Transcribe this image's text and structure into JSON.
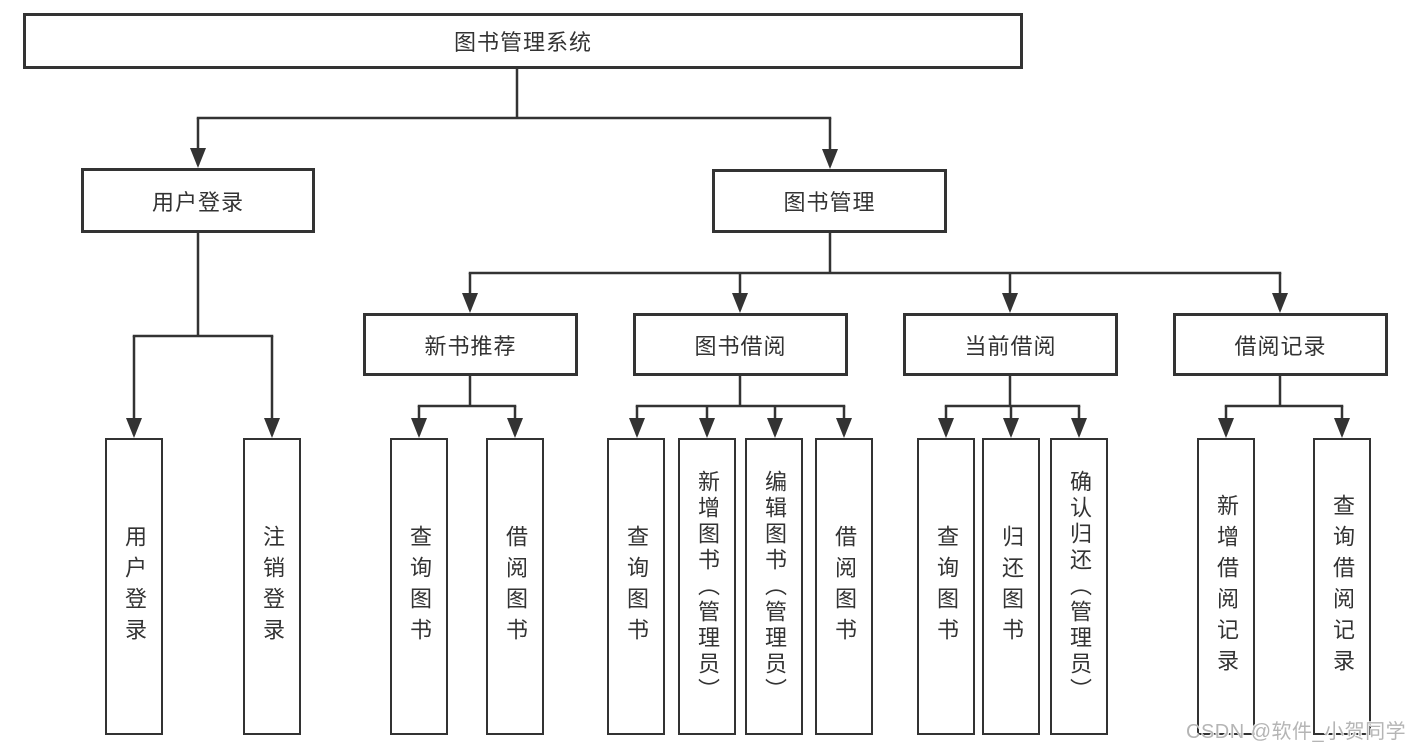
{
  "diagram": {
    "root_label": "图书管理系统",
    "level2": {
      "user_login": "用户登录",
      "book_mgmt": "图书管理"
    },
    "level3": {
      "new_book": "新书推荐",
      "book_borrow": "图书借阅",
      "current_borrow": "当前借阅",
      "borrow_record": "借阅记录"
    },
    "leaves": {
      "user_login": [
        "用户登录",
        "注销登录"
      ],
      "new_book": [
        "查询图书",
        "借阅图书"
      ],
      "book_borrow": [
        "查询图书",
        "新增图书（管理员）",
        "编辑图书（管理员）",
        "借阅图书"
      ],
      "current_borrow": [
        "查询图书",
        "归还图书",
        "确认归还（管理员）"
      ],
      "borrow_record": [
        "新增借阅记录",
        "查询借阅记录"
      ]
    },
    "watermark": "CSDN @软件_小贺同学",
    "colors": {
      "line": "#333333",
      "text": "#333333",
      "box_background": "#ffffff",
      "watermark": "#b5b5b5",
      "background": "#ffffff"
    }
  }
}
